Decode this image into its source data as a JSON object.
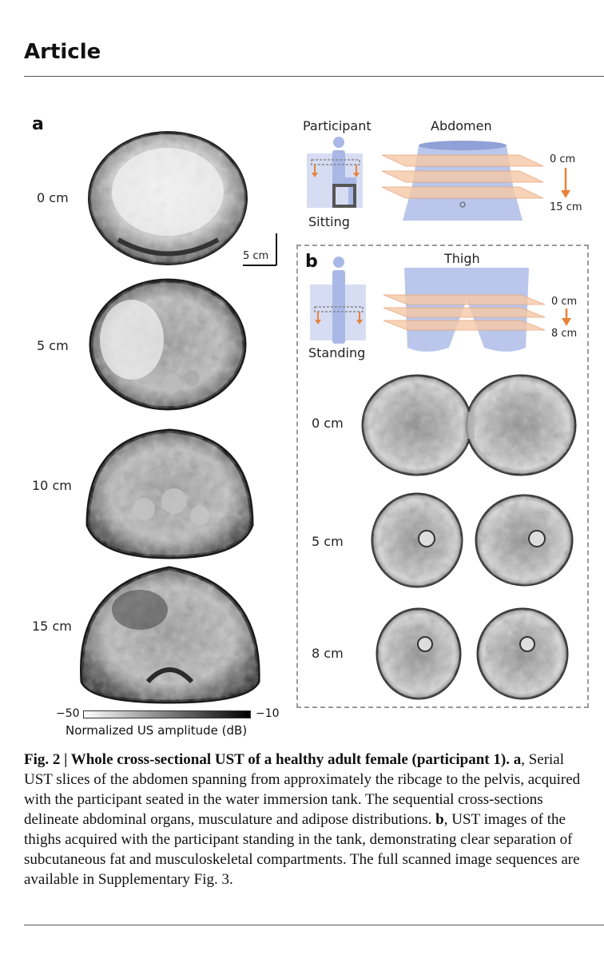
{
  "header": {
    "title": "Article"
  },
  "panel_a": {
    "letter": "a",
    "depth_labels": [
      "0 cm",
      "5 cm",
      "10 cm",
      "15 cm"
    ],
    "scale_bar_label": "5 cm",
    "schematic": {
      "participant_label": "Participant",
      "region_label": "Abdomen",
      "posture_label": "Sitting",
      "depth_start": "0 cm",
      "depth_end": "15 cm"
    }
  },
  "panel_b": {
    "letter": "b",
    "depth_labels": [
      "0 cm",
      "5 cm",
      "8 cm"
    ],
    "schematic": {
      "region_label": "Thigh",
      "posture_label": "Standing",
      "depth_start": "0 cm",
      "depth_end": "8 cm"
    }
  },
  "colorbar": {
    "min_label": "−50",
    "max_label": "−10",
    "title": "Normalized US amplitude (dB)"
  },
  "caption": {
    "fig_label": "Fig. 2 | ",
    "title": "Whole cross-sectional UST of a healthy adult female (participant 1).",
    "a_label": "a",
    "a_text": ", Serial UST slices of the abdomen spanning from approximately the ribcage to the pelvis, acquired with the participant seated in the water immersion tank. The sequential cross-sections delineate abdominal organs, musculature and adipose distributions. ",
    "b_label": "b",
    "b_text": ", UST images of the thighs acquired with the participant standing in the tank, demonstrating clear separation of subcutaneous fat and musculoskeletal compartments. The full scanned image sequences are available in Supplementary Fig. 3."
  },
  "colors": {
    "accent_orange": "#e8823a",
    "schematic_blue": "#a9b8e6",
    "figure_blue": "#8fa1d6",
    "box_dash": "#9a9a9a"
  }
}
